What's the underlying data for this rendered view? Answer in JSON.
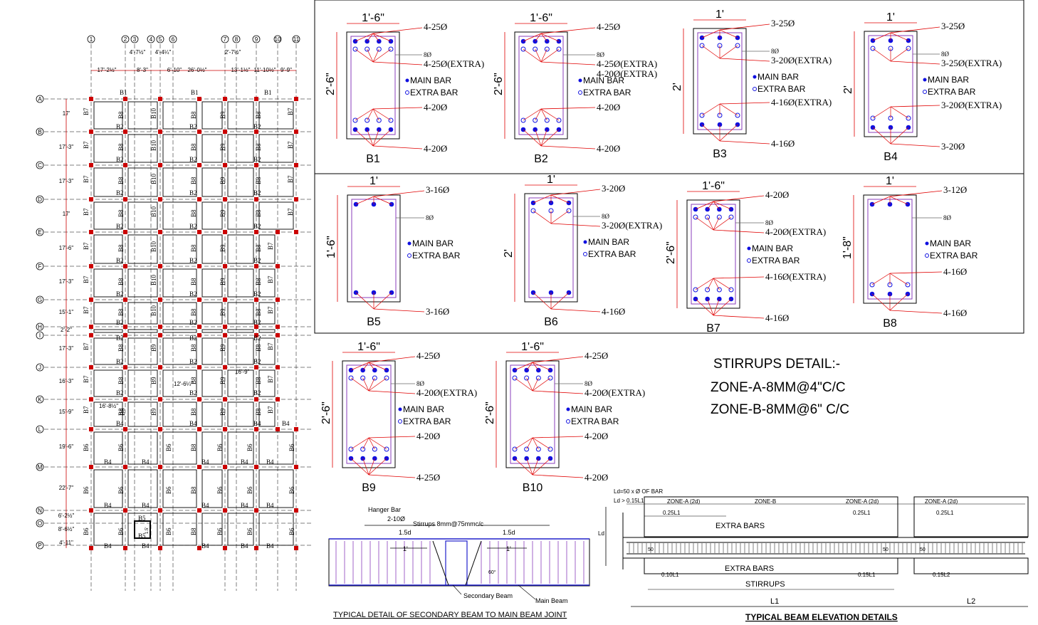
{
  "plan": {
    "col_labels": [
      "1",
      "2",
      "3",
      "4",
      "5",
      "6",
      "7",
      "8",
      "9",
      "10",
      "11"
    ],
    "row_labels": [
      "A",
      "B",
      "C",
      "D",
      "E",
      "F",
      "G",
      "H",
      "I",
      "J",
      "K",
      "L",
      "M",
      "N",
      "O",
      "P"
    ],
    "top_dims": [
      "17'-2½\"",
      "8'-3\"",
      "6'-10\"",
      "26'-0½\"",
      "13'-1½\"",
      "11'-10½\"",
      "9'-9\""
    ],
    "top_dims2": [
      "4'-7½\"",
      "4'-4¼\"",
      "2'-7½\""
    ],
    "left_dims": [
      "17'",
      "17'-3\"",
      "17'-3\"",
      "17'",
      "17'-6\"",
      "17'-3\"",
      "15'-1\"",
      "2'-2\"",
      "17'-3\"",
      "16'-3\"",
      "15'-9\"",
      "19'-6\"",
      "22'-7\"",
      "6'-2½\"",
      "8'-6½\"",
      "4'-11\""
    ],
    "beam_tags": {
      "b1": "B1",
      "b2": "B2",
      "b4": "B4",
      "b5": "B5",
      "b6": "B6",
      "b7": "B7",
      "b8": "B8",
      "b9": "B9",
      "b10": "B10"
    },
    "inner_dims": [
      "12'-6¼\"",
      "16'-9\"",
      "16'-8½\"",
      "1.5'"
    ]
  },
  "sections": [
    {
      "name": "B1",
      "width": "1'-6\"",
      "depth": "2'-6\"",
      "top": "4-25Ø",
      "stirrup": "8Ø",
      "extra_top": "4-25Ø(EXTRA)",
      "extra_top2": "",
      "extra_bot": "4-20Ø",
      "bottom": "4-20Ø"
    },
    {
      "name": "B2",
      "width": "1'-6\"",
      "depth": "2'-6\"",
      "top": "4-25Ø",
      "stirrup": "8Ø",
      "extra_top": "4-25Ø(EXTRA)",
      "extra_top2": "4-20Ø(EXTRA)",
      "extra_bot": "4-20Ø",
      "bottom": "4-20Ø"
    },
    {
      "name": "B3",
      "width": "1'",
      "depth": "2'",
      "top": "3-25Ø",
      "stirrup": "8Ø",
      "extra_top": "3-20Ø(EXTRA)",
      "extra_top2": "",
      "extra_bot": "4-16Ø(EXTRA)",
      "bottom": "4-16Ø"
    },
    {
      "name": "B4",
      "width": "1'",
      "depth": "2'",
      "top": "3-25Ø",
      "stirrup": "8Ø",
      "extra_top": "3-25Ø(EXTRA)",
      "extra_top2": "",
      "extra_bot": "3-20Ø(EXTRA)",
      "bottom": "3-20Ø"
    },
    {
      "name": "B5",
      "width": "1'",
      "depth": "1'-6\"",
      "top": "3-16Ø",
      "stirrup": "8Ø",
      "extra_top": "",
      "extra_top2": "",
      "extra_bot": "",
      "bottom": "3-16Ø"
    },
    {
      "name": "B6",
      "width": "1'",
      "depth": "2'",
      "top": "3-20Ø",
      "stirrup": "8Ø",
      "extra_top": "3-20Ø(EXTRA)",
      "extra_top2": "",
      "extra_bot": "",
      "bottom": "4-16Ø"
    },
    {
      "name": "B7",
      "width": "1'-6\"",
      "depth": "2'-6\"",
      "top": "4-20Ø",
      "stirrup": "8Ø",
      "extra_top": "4-20Ø(EXTRA)",
      "extra_top2": "",
      "extra_bot": "4-16Ø(EXTRA)",
      "bottom": "4-16Ø"
    },
    {
      "name": "B8",
      "width": "1'",
      "depth": "1'-8\"",
      "top": "3-12Ø",
      "stirrup": "8Ø",
      "extra_top": "",
      "extra_top2": "",
      "extra_bot": "4-16Ø",
      "bottom": "4-16Ø"
    },
    {
      "name": "B9",
      "width": "1'-6\"",
      "depth": "2'-6\"",
      "top": "4-25Ø",
      "stirrup": "8Ø",
      "extra_top": "4-20Ø(EXTRA)",
      "extra_top2": "",
      "extra_bot": "4-20Ø",
      "bottom": "4-25Ø"
    },
    {
      "name": "B10",
      "width": "1'-6\"",
      "depth": "2'-6\"",
      "top": "4-25Ø",
      "stirrup": "8Ø",
      "extra_top": "4-20Ø(EXTRA)",
      "extra_top2": "",
      "extra_bot": "4-20Ø",
      "bottom": "4-20Ø"
    }
  ],
  "legend": {
    "main": "MAIN BAR",
    "extra": "EXTRA BAR"
  },
  "stirrups": {
    "title": "STIRRUPS DETAIL:-",
    "zone_a": "ZONE-A-8MM@4\"C/C",
    "zone_b": "ZONE-B-8MM@6\" C/C"
  },
  "joint": {
    "hanger": "Hanger Bar",
    "hanger_size": "2-10Ø",
    "stirrups": "Stirrups 8mm@75mmc/c",
    "d1": "1.5d",
    "d2": "1.5d",
    "one1": "1'",
    "one2": "1'",
    "angle": "60°",
    "secondary": "Secondary Beam",
    "main": "Main Beam",
    "caption": "TYPICAL DETAIL OF SECONDARY BEAM TO MAIN BEAM JOINT"
  },
  "elevation": {
    "ld1": "Ld=50 x Ø OF BAR",
    "ld2": "Ld > 0.15L1",
    "ld": "Ld",
    "zone_a1": "ZONE-A (2d)",
    "zone_b": "ZONE-B",
    "zone_a2": "ZONE-A (2d)",
    "zone_a3": "ZONE-A (2d)",
    "l1a": "0.25L1",
    "l1b": "0.25L1",
    "l2a": "0.25L1",
    "extra1": "EXTRA BARS",
    "extra2": "EXTRA BARS",
    "b1": "0.10L1",
    "b2": "0.15L1",
    "b3": "0.15L2",
    "s50a": "50",
    "s50b": "50",
    "s50c": "50",
    "stirrups": "STIRRUPS",
    "L1": "L1",
    "L2": "L2",
    "caption": "TYPICAL BEAM ELEVATION DETAILS"
  },
  "colors": {
    "concrete": "#000000",
    "rebar": "#e00000",
    "main": "#1010e0",
    "stirrup": "#8a3dbb",
    "column": "#cc0000"
  }
}
